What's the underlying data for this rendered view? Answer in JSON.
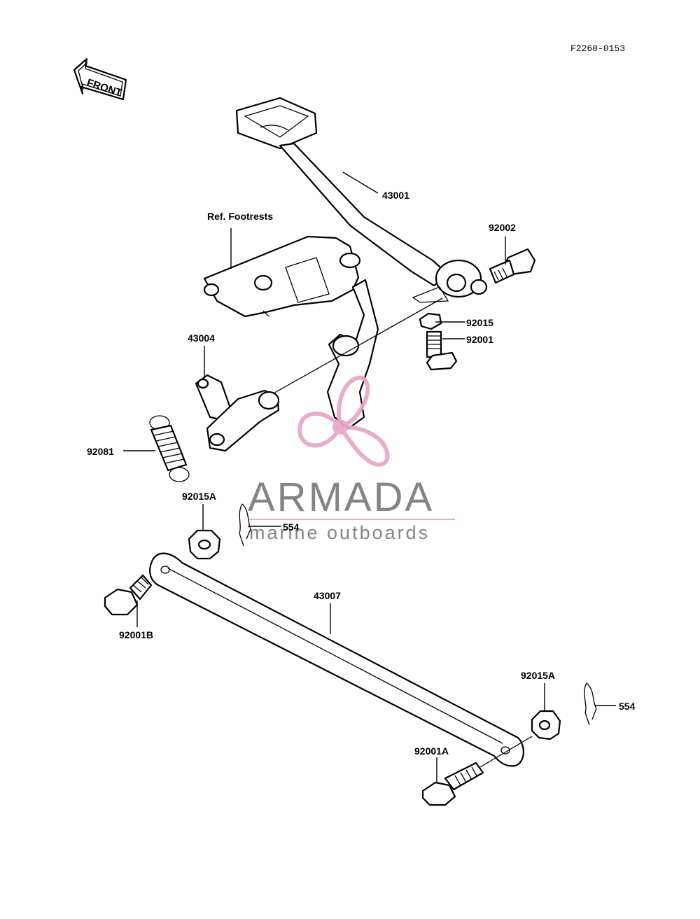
{
  "diagram": {
    "ref_code": "F2260-0153",
    "front_arrow_label": "FRONT",
    "ref_label": "Ref.  Footrests"
  },
  "parts": [
    {
      "id": "p43001",
      "number": "43001"
    },
    {
      "id": "p92002",
      "number": "92002"
    },
    {
      "id": "p92015",
      "number": "92015"
    },
    {
      "id": "p92001",
      "number": "92001"
    },
    {
      "id": "p43004",
      "number": "43004"
    },
    {
      "id": "p92081",
      "number": "92081"
    },
    {
      "id": "p92015A_top",
      "number": "92015A"
    },
    {
      "id": "p554_top",
      "number": "554"
    },
    {
      "id": "p43007",
      "number": "43007"
    },
    {
      "id": "p92001B",
      "number": "92001B"
    },
    {
      "id": "p92015A_bottom",
      "number": "92015A"
    },
    {
      "id": "p554_bottom",
      "number": "554"
    },
    {
      "id": "p92001A",
      "number": "92001A"
    }
  ],
  "watermark": {
    "name": "ARMADA",
    "tagline": "marine outboards",
    "accent_color": "#e8a6c6",
    "text_color": "#7a7a7a"
  }
}
